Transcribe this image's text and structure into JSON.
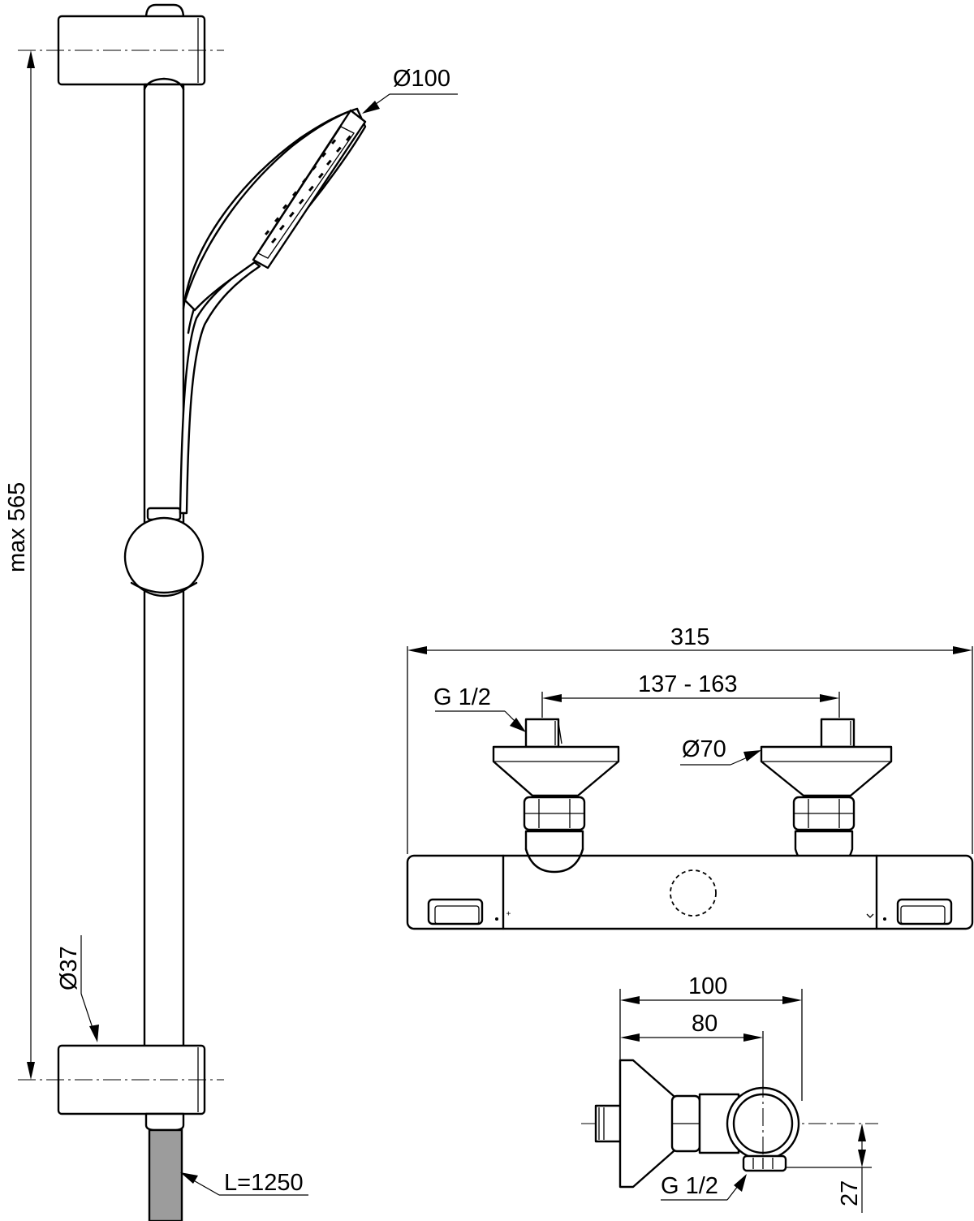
{
  "dimensions": {
    "rail_height": "max 565",
    "handshower_diameter": "Ø100",
    "rail_diameter": "Ø37",
    "hose_length": "L=1250",
    "mixer_width": "315",
    "inlet_centres": "137 - 163",
    "connection_thread_top": "G 1/2",
    "escutcheon_diameter": "Ø70",
    "projection_total": "100",
    "projection_axis": "80",
    "connection_thread_side": "G 1/2",
    "outlet_offset": "27"
  }
}
